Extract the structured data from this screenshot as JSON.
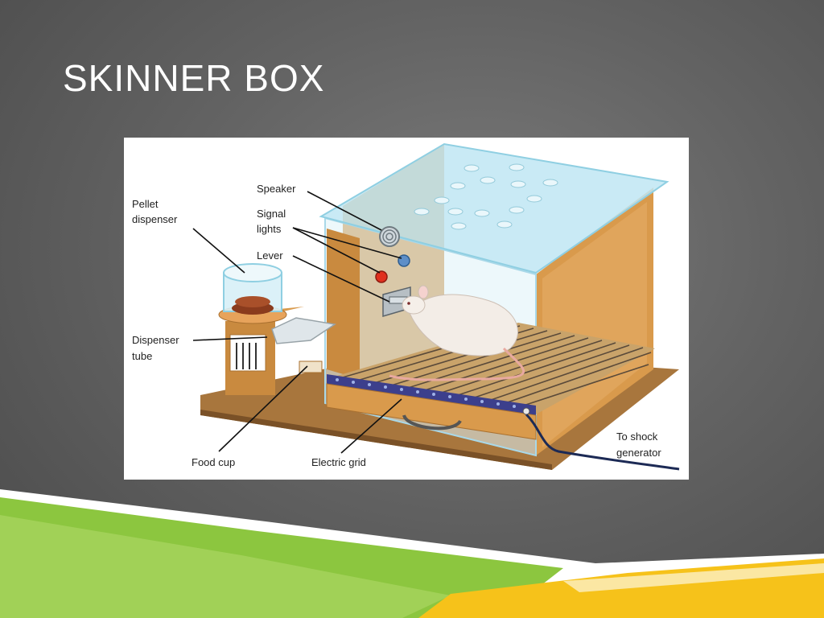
{
  "slide": {
    "title": "SKINNER BOX"
  },
  "diagram": {
    "callouts": {
      "pellet_dispenser": [
        "Pellet",
        "dispenser"
      ],
      "speaker": "Speaker",
      "signal_lights": [
        "Signal",
        "lights"
      ],
      "lever": "Lever",
      "dispenser_tube": [
        "Dispenser",
        "tube"
      ],
      "food_cup": "Food cup",
      "electric_grid": "Electric grid",
      "to_shock_generator": [
        "To shock",
        "generator"
      ]
    }
  },
  "colors": {
    "background": "#5c5c5c",
    "title_text": "#ffffff",
    "wood": "#d99a4c",
    "base": "#9a6a35",
    "glass": "#bfe6f3",
    "accent_green": "#8cc63f",
    "accent_yellow": "#f6c21a"
  }
}
